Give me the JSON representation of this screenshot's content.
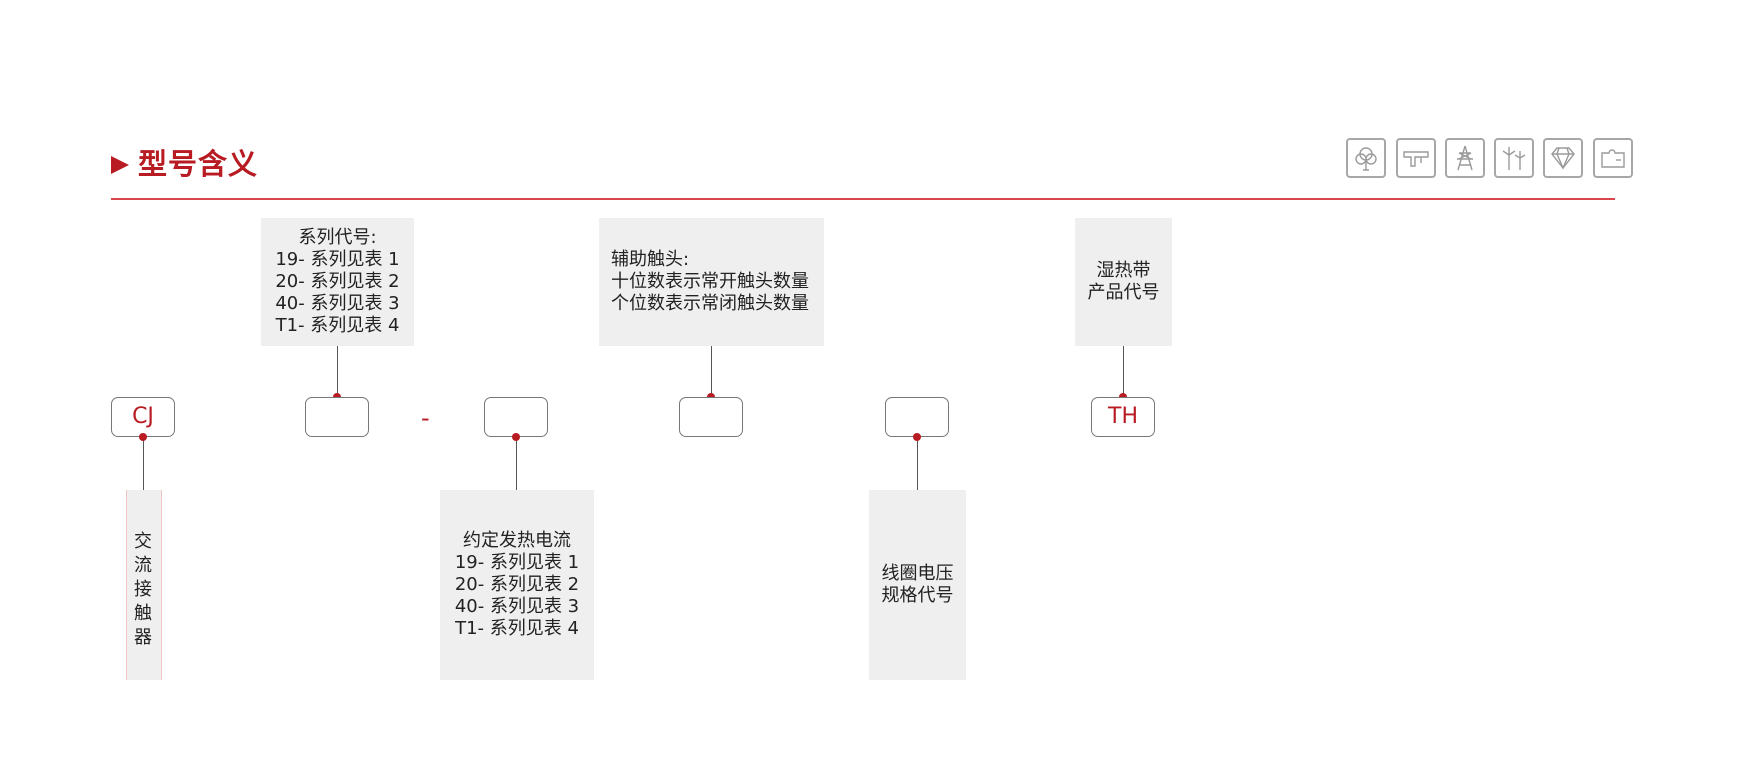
{
  "header": {
    "title": "型号含义"
  },
  "icons": [
    "tree-icon",
    "pipe-wrench-icon",
    "transmission-tower-icon",
    "wind-turbine-icon",
    "diamond-icon",
    "puzzle-icon"
  ],
  "colors": {
    "accent": "#b81c22",
    "box_gray": "#efefef",
    "slot_border": "#777777"
  },
  "slots": {
    "cj": "CJ",
    "series": "",
    "dash": "-",
    "current": "",
    "aux": "",
    "coil": "",
    "th": "TH"
  },
  "boxes": {
    "series": {
      "lines": [
        "系列代号:",
        "19- 系列见表 1",
        "20- 系列见表 2",
        "40- 系列见表 3",
        "T1- 系列见表 4"
      ]
    },
    "aux_contacts": {
      "lines": [
        "辅助触头:",
        "十位数表示常开触头数量",
        "个位数表示常闭触头数量"
      ]
    },
    "humid": {
      "lines": [
        "湿热带",
        "产品代号"
      ]
    },
    "ac_contactor": {
      "text": "交流接触器"
    },
    "rated_current": {
      "lines": [
        "约定发热电流",
        "19- 系列见表 1",
        "20- 系列见表 2",
        "40- 系列见表 3",
        "T1- 系列见表 4"
      ]
    },
    "coil_voltage": {
      "lines": [
        "线圈电压",
        "规格代号"
      ]
    }
  }
}
